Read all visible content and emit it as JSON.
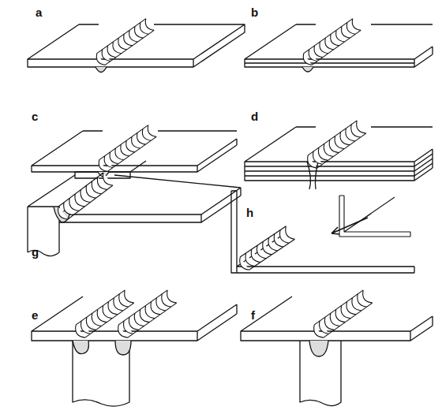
{
  "diagram": {
    "labels": [
      "a",
      "b",
      "c",
      "d",
      "g",
      "h",
      "e",
      "f"
    ]
  }
}
